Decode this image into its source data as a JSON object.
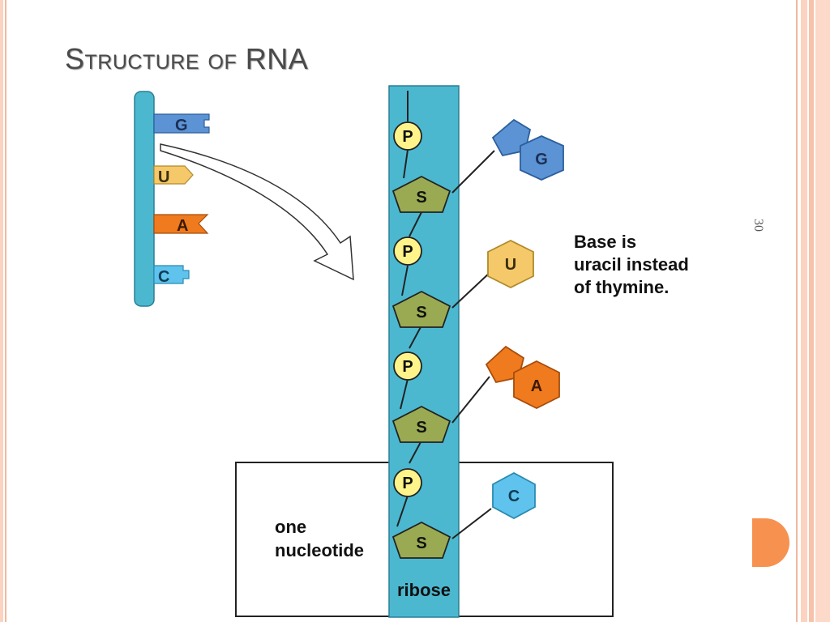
{
  "slide": {
    "title": "Structure of RNA",
    "slide_number": "30"
  },
  "diagram": {
    "strand_bases": [
      "G",
      "U",
      "A",
      "C"
    ],
    "phosphate_label": "P",
    "sugar_label": "S",
    "chain_bases": [
      "G",
      "U",
      "A",
      "C"
    ],
    "note": [
      "Base is",
      "uracil instead",
      "of thymine."
    ],
    "box_label": [
      "one",
      "nucleotide"
    ],
    "backbone_label": "ribose"
  },
  "colors": {
    "backbone": "#4bb8d0",
    "guanine": "#5b93d4",
    "uracil": "#f5c86a",
    "adenine": "#f07a1e",
    "cytosine": "#5fc3ee",
    "sugar": "#9aaa52",
    "phosphate": "#fff48a",
    "accent": "#f7914f"
  }
}
